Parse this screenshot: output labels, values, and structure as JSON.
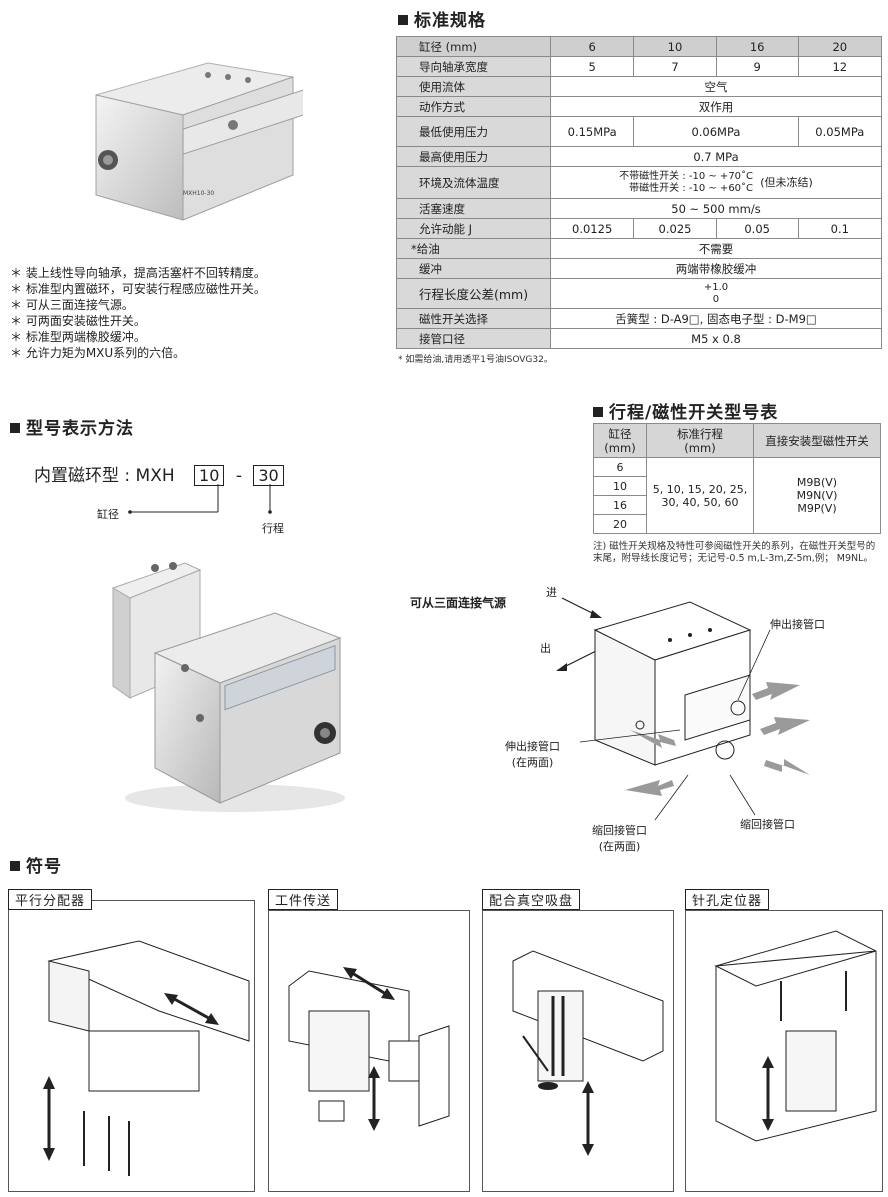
{
  "spec": {
    "title": "标准规格",
    "rows": [
      {
        "label": "缸径 (mm)",
        "cells": [
          "6",
          "10",
          "16",
          "20"
        ],
        "header": true
      },
      {
        "label": "导向轴承宽度",
        "cells": [
          "5",
          "7",
          "9",
          "12"
        ]
      },
      {
        "label": "使用流体",
        "span": "空气"
      },
      {
        "label": "动作方式",
        "span": "双作用"
      },
      {
        "label": "最低使用压力",
        "cells3": [
          "0.15MPa",
          "0.06MPa",
          "0.05MPa"
        ]
      },
      {
        "label": "最高使用压力",
        "span": "0.7 MPa"
      },
      {
        "label": "环境及流体温度",
        "temp1": "不带磁性开关 : -10 ~ +70˚C",
        "temp2": "带磁性开关 : -10 ~ +60˚C",
        "temp3": "(但未冻结)"
      },
      {
        "label": "活塞速度",
        "span": "50 ~ 500 mm/s"
      },
      {
        "label": "允许动能 J",
        "cells": [
          "0.0125",
          "0.025",
          "0.05",
          "0.1"
        ]
      },
      {
        "label": "*给油",
        "span": "不需要"
      },
      {
        "label": "缓冲",
        "span": "两端带橡胶缓冲"
      },
      {
        "label": "行程长度公差(mm)",
        "tol_upper": "+1.0",
        "tol_lower": "0"
      },
      {
        "label": "磁性开关选择",
        "span": "舌簧型 : D-A9□, 固态电子型 : D-M9□"
      },
      {
        "label": "接管口径",
        "span": "M5 x 0.8"
      }
    ],
    "footnote": "* 如需给油,请用透平1号油ISOVG32。"
  },
  "features": [
    "＊ 装上线性导向轴承，提高活塞杆不回转精度。",
    "＊ 标准型内置磁环，可安装行程感应磁性开关。",
    "＊ 可从三面连接气源。",
    "＊ 可两面安装磁性开关。",
    "＊ 标准型两端橡胶缓冲。",
    "＊ 允许力矩为MXU系列的六倍。"
  ],
  "model": {
    "title": "型号表示方法",
    "prefix": "内置磁环型 : MXH",
    "bore": "10",
    "dash": "-",
    "stroke": "30",
    "bore_label": "缸径",
    "stroke_label": "行程"
  },
  "stroke_table": {
    "title": "行程/磁性开关型号表",
    "h1": "缸径\n(mm)",
    "h2": "标准行程\n(mm)",
    "h3": "直接安装型磁性开关",
    "bores": [
      "6",
      "10",
      "16",
      "20"
    ],
    "strokes": "5, 10, 15, 20, 25,\n30, 40, 50, 60",
    "switches": "M9B(V)\nM9N(V)\nM9P(V)",
    "note": "注) 磁性开关规格及特性可参阅磁性开关的系列，在磁性开关型号的末尾，附导线长度记号；无记号-0.5 m,L-3m,Z-5m,例；  M9NL。"
  },
  "connection": {
    "title": "可从三面连接气源",
    "in": "进",
    "out": "出",
    "ext_port_top": "伸出接管口",
    "ext_port_left": "伸出接管口",
    "ext_port_left_sub": "(在两面)",
    "ret_port_bottom": "缩回接管口",
    "ret_port_bottom_sub": "(在两面)",
    "ret_port_right": "缩回接管口"
  },
  "product_label": "MXH10-30",
  "symbols": {
    "title": "符号",
    "panels": [
      "平行分配器",
      "工件传送",
      "配合真空吸盘",
      "针孔定位器"
    ]
  }
}
